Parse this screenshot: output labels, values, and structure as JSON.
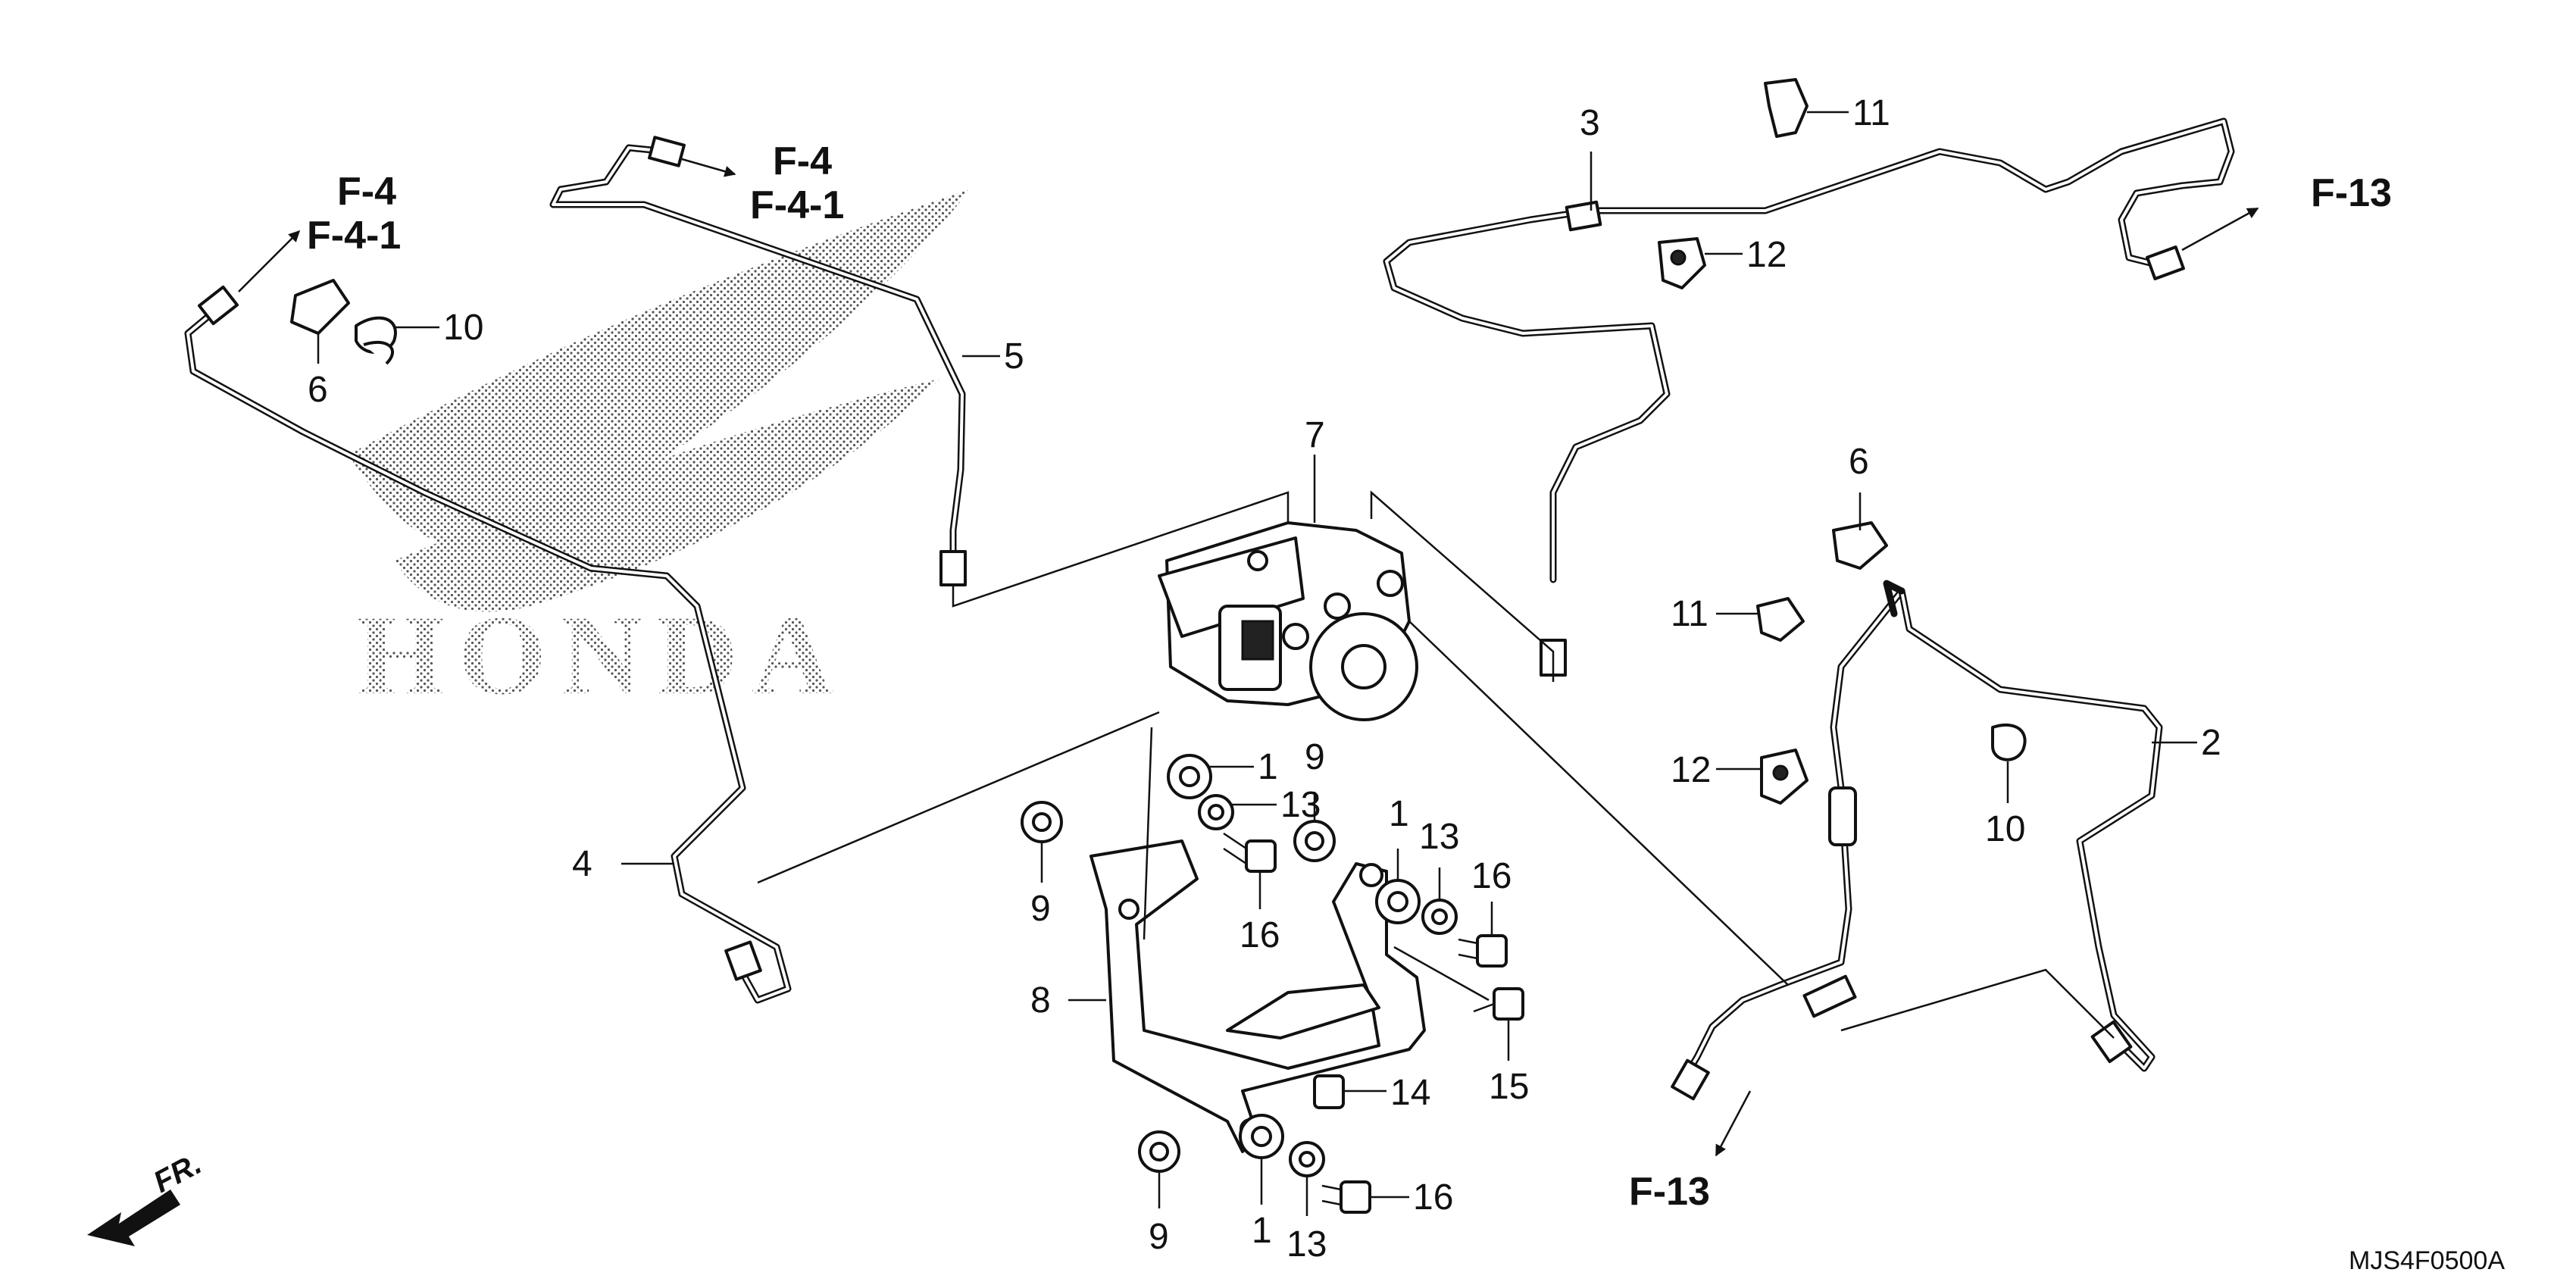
{
  "brand_text": "HONDA",
  "diagram_code": "MJS4F0500A",
  "front_label": "FR.",
  "refs": {
    "left_top": "F-4",
    "left_bottom": "F-4-1",
    "mid_top": "F-4",
    "mid_bottom": "F-4-1",
    "right": "F-13",
    "bottom": "F-13"
  },
  "callouts": [
    {
      "id": "c1a",
      "text": "1"
    },
    {
      "id": "c1b",
      "text": "1"
    },
    {
      "id": "c1c",
      "text": "1"
    },
    {
      "id": "c2",
      "text": "2"
    },
    {
      "id": "c3",
      "text": "3"
    },
    {
      "id": "c4",
      "text": "4"
    },
    {
      "id": "c5",
      "text": "5"
    },
    {
      "id": "c6a",
      "text": "6"
    },
    {
      "id": "c6b",
      "text": "6"
    },
    {
      "id": "c7",
      "text": "7"
    },
    {
      "id": "c8",
      "text": "8"
    },
    {
      "id": "c9a",
      "text": "9"
    },
    {
      "id": "c9b",
      "text": "9"
    },
    {
      "id": "c9c",
      "text": "9"
    },
    {
      "id": "c10a",
      "text": "10"
    },
    {
      "id": "c10b",
      "text": "10"
    },
    {
      "id": "c11a",
      "text": "11"
    },
    {
      "id": "c11b",
      "text": "11"
    },
    {
      "id": "c12a",
      "text": "12"
    },
    {
      "id": "c12b",
      "text": "12"
    },
    {
      "id": "c13a",
      "text": "13"
    },
    {
      "id": "c13b",
      "text": "13"
    },
    {
      "id": "c13c",
      "text": "13"
    },
    {
      "id": "c14",
      "text": "14"
    },
    {
      "id": "c15",
      "text": "15"
    },
    {
      "id": "c16a",
      "text": "16"
    },
    {
      "id": "c16b",
      "text": "16"
    },
    {
      "id": "c16c",
      "text": "16"
    }
  ]
}
